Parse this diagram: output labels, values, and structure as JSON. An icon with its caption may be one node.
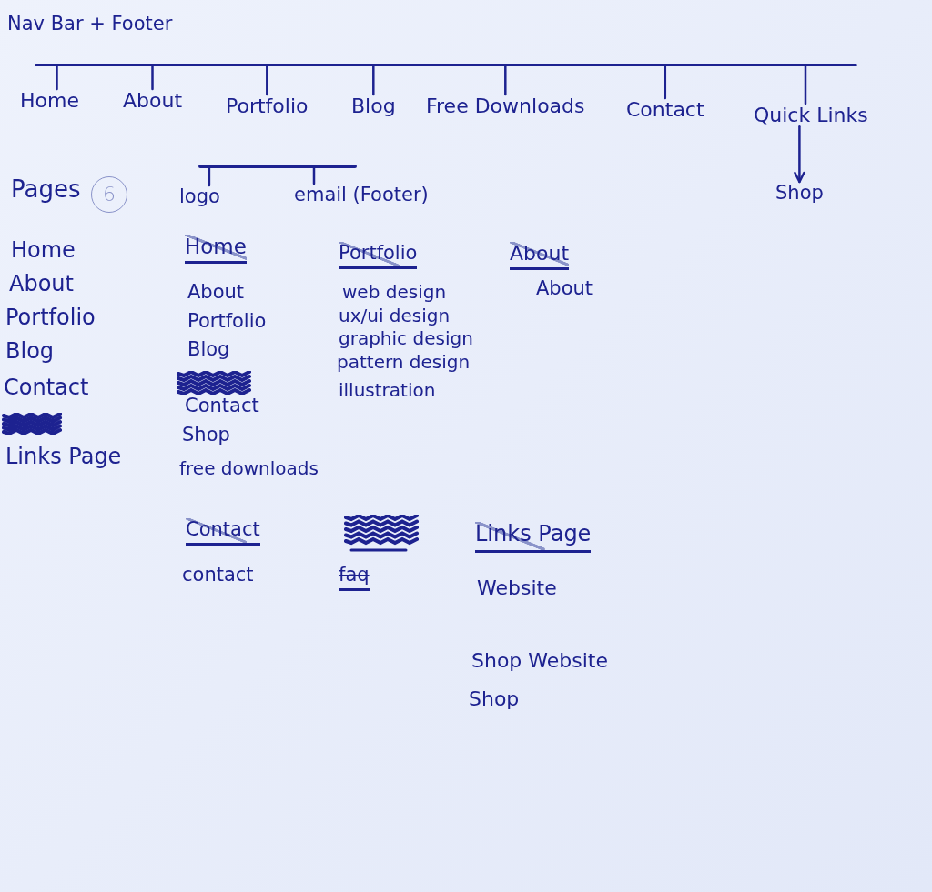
{
  "diagram": {
    "title": "Nav Bar + Footer",
    "nodes": [
      {
        "text": [],
        "shape": "bar"
      },
      {
        "text": [
          "Home"
        ]
      },
      {
        "text": [
          "About"
        ]
      },
      {
        "text": [
          "Portfolio"
        ]
      },
      {
        "text": [
          "Blog"
        ]
      },
      {
        "text": [
          "Free Downloads"
        ]
      },
      {
        "text": [
          "Contact"
        ]
      },
      {
        "text": [
          "Quick Links"
        ]
      },
      {
        "text": [],
        "shape": "bar"
      },
      {
        "text": [
          "logo"
        ]
      },
      {
        "text": [
          "email (Footer)"
        ]
      },
      {
        "text": [
          "Shop"
        ]
      }
    ],
    "edges": [
      {
        "from": 0,
        "to": 1,
        "arrow": "none"
      },
      {
        "from": 0,
        "to": 2,
        "arrow": "none"
      },
      {
        "from": 0,
        "to": 3,
        "arrow": "none"
      },
      {
        "from": 0,
        "to": 4,
        "arrow": "none"
      },
      {
        "from": 0,
        "to": 5,
        "arrow": "none"
      },
      {
        "from": 0,
        "to": 6,
        "arrow": "none"
      },
      {
        "from": 0,
        "to": 7,
        "arrow": "none"
      },
      {
        "from": 7,
        "to": 11,
        "arrow": "to"
      },
      {
        "from": 8,
        "to": 9,
        "arrow": "none"
      },
      {
        "from": 8,
        "to": 10,
        "arrow": "none"
      }
    ],
    "labels": [
      "Pages",
      "6",
      "Home",
      "About",
      "Portfolio",
      "Blog",
      "Contact",
      "Links Page",
      "Home",
      "About",
      "Portfolio",
      "Blog",
      "Contact",
      "Shop",
      "free downloads",
      "Portfolio",
      "web design",
      "ux/ui design",
      "graphic design",
      "pattern design",
      "illustration",
      "About",
      "About",
      "Contact",
      "contact",
      "faq",
      "Links Page",
      "Website",
      "Shop Website",
      "Shop"
    ]
  }
}
